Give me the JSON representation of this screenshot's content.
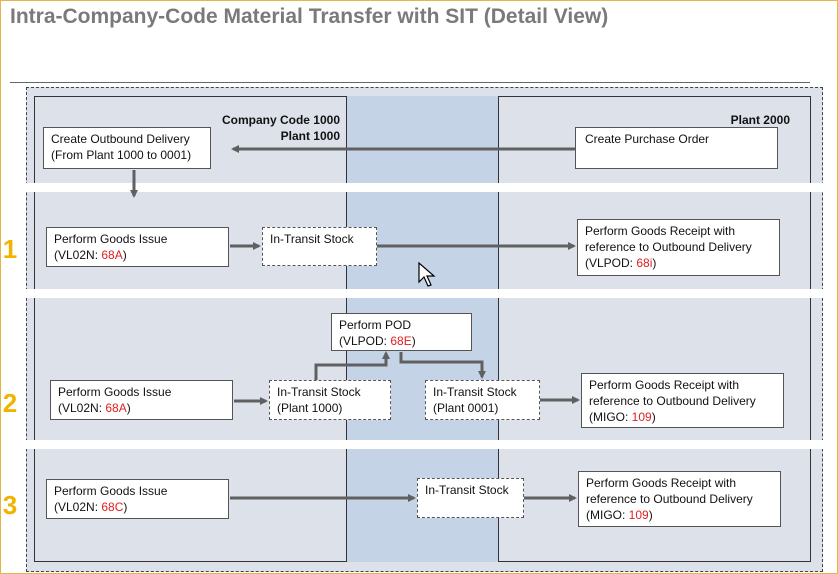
{
  "title": "Intra-Company-Code Material Transfer with SIT (Detail View)",
  "headers": {
    "company_code": "Company Code 1000",
    "plant_1000": "Plant 1000",
    "plant_2000": "Plant 2000"
  },
  "top": {
    "create_delivery_l1": "Create Outbound Delivery",
    "create_delivery_l2": "(From Plant 1000 to 0001)",
    "create_po": "Create Purchase Order"
  },
  "scenarios": [
    {
      "number": "1",
      "goods_issue_l1": "Perform Goods Issue",
      "goods_issue_prefix": "(VL02N: ",
      "goods_issue_code": "68A",
      "goods_issue_suffix": ")",
      "transit": "In-Transit Stock",
      "receipt_l1": "Perform Goods Receipt with",
      "receipt_l2": "reference to Outbound Delivery",
      "receipt_prefix": "(VLPOD: ",
      "receipt_code": "68i",
      "receipt_suffix": ")"
    },
    {
      "number": "2",
      "pod_l1": "Perform POD",
      "pod_prefix": "(VLPOD: ",
      "pod_code": "68E",
      "pod_suffix": ")",
      "goods_issue_l1": "Perform Goods Issue",
      "goods_issue_prefix": "(VL02N: ",
      "goods_issue_code": "68A",
      "goods_issue_suffix": ")",
      "transit_a_l1": "In-Transit Stock",
      "transit_a_l2": "(Plant 1000)",
      "transit_b_l1": "In-Transit Stock",
      "transit_b_l2": "(Plant 0001)",
      "receipt_l1": "Perform Goods Receipt with",
      "receipt_l2": "reference to Outbound Delivery",
      "receipt_prefix": "(MIGO: ",
      "receipt_code": "109",
      "receipt_suffix": ")"
    },
    {
      "number": "3",
      "goods_issue_l1": "Perform Goods Issue",
      "goods_issue_prefix": "(VL02N: ",
      "goods_issue_code": "68C",
      "goods_issue_suffix": ")",
      "transit": "In-Transit Stock",
      "receipt_l1": "Perform Goods Receipt with",
      "receipt_l2": "reference to Outbound Delivery",
      "receipt_prefix": "(MIGO: ",
      "receipt_code": "109",
      "receipt_suffix": ")"
    }
  ],
  "colors": {
    "code_red": "#e02020",
    "step_number": "#f0b400",
    "transit_zone": "#c4d3e5",
    "plant_zone": "#dde2ea",
    "arrow": "#606060"
  },
  "icons": [
    "mouse-cursor-icon"
  ]
}
